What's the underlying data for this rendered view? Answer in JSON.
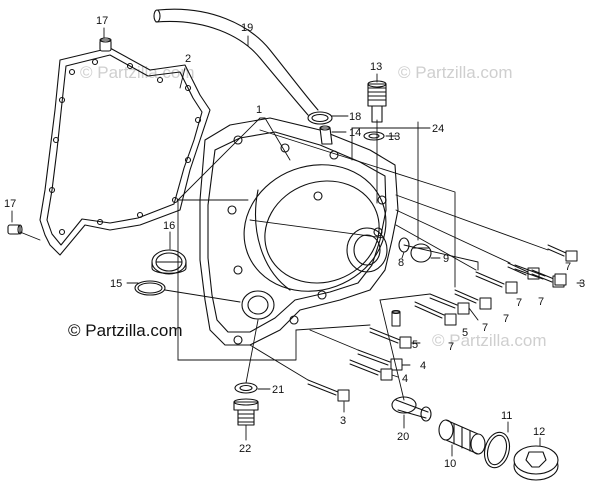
{
  "diagram": {
    "copyright": "© Partzilla.com",
    "watermark": "© Partzilla.com",
    "callouts": {
      "c1": "1",
      "c2": "2",
      "c3a": "3",
      "c3b": "3",
      "c4a": "4",
      "c4b": "4",
      "c5a": "5",
      "c5b": "5",
      "c7a": "7",
      "c7b": "7",
      "c7c": "7",
      "c7d": "7",
      "c7e": "7",
      "c7f": "7",
      "c8": "8",
      "c9": "9",
      "c10": "10",
      "c11": "11",
      "c12": "12",
      "c13": "13",
      "c13b": "13",
      "c14": "14",
      "c15": "15",
      "c16": "16",
      "c17a": "17",
      "c17b": "17",
      "c18": "18",
      "c19": "19",
      "c20": "20",
      "c21": "21",
      "c22": "22",
      "c24": "24"
    }
  }
}
